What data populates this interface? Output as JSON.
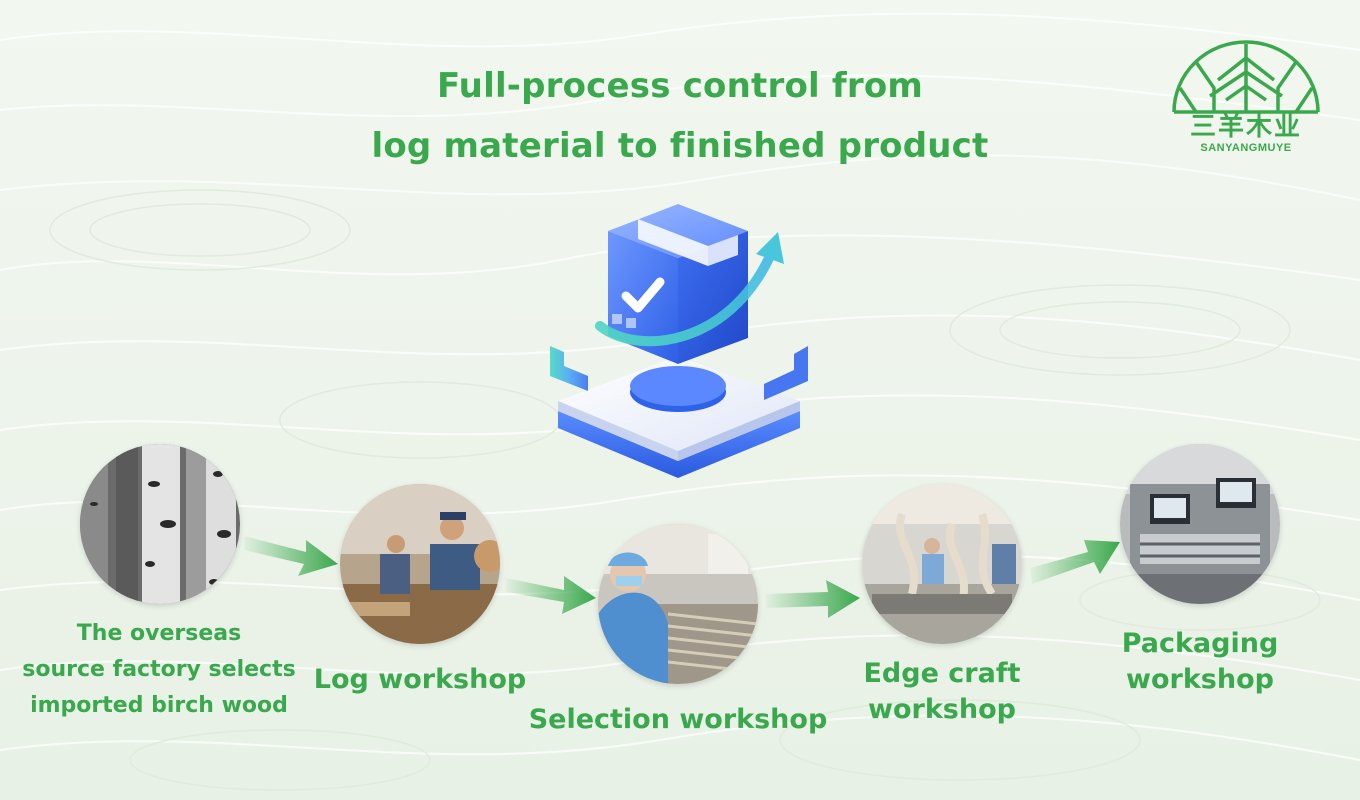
{
  "title": {
    "line1": "Full-process control from",
    "line2": "log material to finished product"
  },
  "logo": {
    "cn_text": "三羊木业",
    "en_text": "SANYANGMUYE"
  },
  "hero_icon": "box-with-checkmark-icon",
  "steps": [
    {
      "lines": [
        "The overseas",
        "source factory selects",
        "imported birch wood"
      ],
      "photo": "birch-trees-photo"
    },
    {
      "lines": [
        "Log workshop"
      ],
      "photo": "log-workshop-photo"
    },
    {
      "lines": [
        "Selection workshop"
      ],
      "photo": "selection-workshop-photo"
    },
    {
      "lines": [
        "Edge craft",
        "workshop"
      ],
      "photo": "edge-craft-workshop-photo"
    },
    {
      "lines": [
        "Packaging",
        "workshop"
      ],
      "photo": "packaging-workshop-photo"
    }
  ],
  "colors": {
    "accent_green": "#3aa84c",
    "background": "#eef4ec",
    "hero_blue": "#3b6ef0"
  }
}
